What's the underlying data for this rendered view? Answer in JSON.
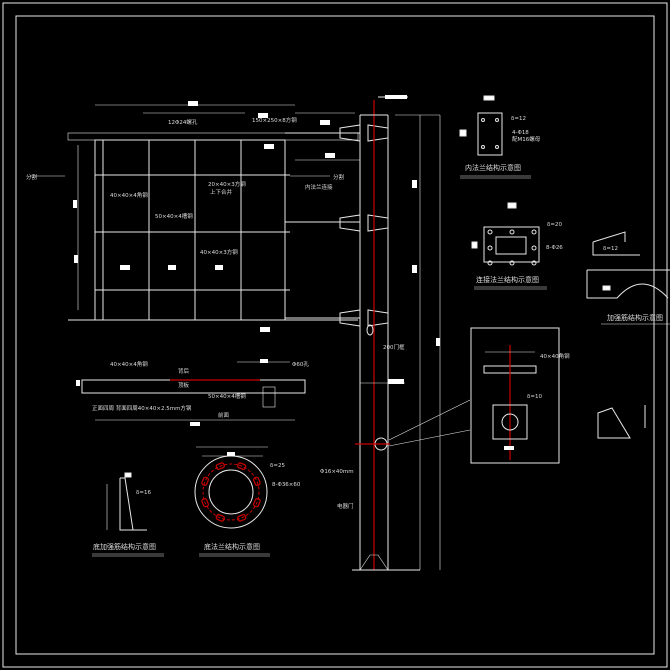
{
  "billboard": {
    "bolt_holes": "12Φ24螺孔",
    "top_tube": "150×250×8方钢",
    "split_left": "分割",
    "split_right": "分割",
    "inner_flange_conn": "内法兰连接",
    "tube_20": "20×40×3方钢",
    "merge": "上下合并",
    "angle_40": "40×40×4角钢",
    "channel_50": "50×40×4槽钢",
    "tube_40": "40×40×3方钢"
  },
  "inner_flange": {
    "title": "内法兰结构示意图",
    "thickness": "δ=12",
    "holes": "4-Φ18",
    "nut": "配M16螺母"
  },
  "conn_flange": {
    "title": "连接法兰结构示意图",
    "thickness": "δ=20",
    "holes": "8-Φ26"
  },
  "rib": {
    "title": "加强筋结构示意图",
    "thickness": "δ=12"
  },
  "side_view": {
    "angle": "40×40×4角钢",
    "back": "背后",
    "top_plate": "顶板",
    "channel": "50×40×4槽钢",
    "hole": "Φ60孔",
    "frame_note": "正面四周 背面四周40×40×2.5mm方钢",
    "front": "前面"
  },
  "bottom_rib": {
    "title": "底加强筋结构示意图",
    "thickness": "δ=16"
  },
  "base_flange": {
    "title": "底法兰结构示意图",
    "thickness": "δ=25",
    "holes": "8-Φ36×60"
  },
  "pole": {
    "door_frame": "200门框",
    "pin": "Φ16×40mm",
    "electric_door": "电器门"
  },
  "detail": {
    "angle": "40×40角钢",
    "thickness": "δ=10"
  }
}
